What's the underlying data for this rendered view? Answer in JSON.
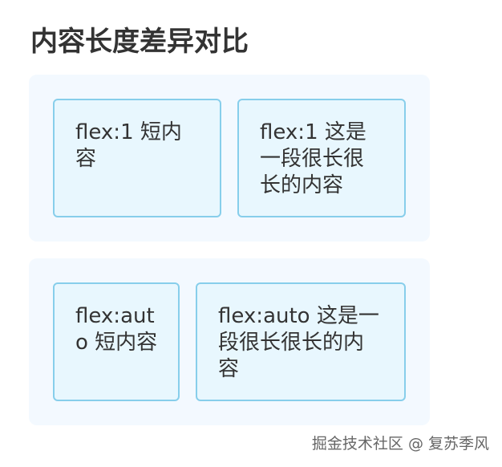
{
  "title": "内容长度差异对比",
  "demos": [
    {
      "boxes": [
        {
          "text": "flex:1 短内容"
        },
        {
          "text": "flex:1 这是一段很长很长的内容"
        }
      ]
    },
    {
      "boxes": [
        {
          "text": "flex:auto 短内容"
        },
        {
          "text": "flex:auto 这是一段很长很长的内容"
        }
      ]
    }
  ],
  "watermark": "掘金技术社区 @ 复苏季风",
  "colors": {
    "container_bg": "#f3f9ff",
    "box_bg": "#e8f7fe",
    "box_border": "#87ceeb",
    "text": "#333333"
  }
}
